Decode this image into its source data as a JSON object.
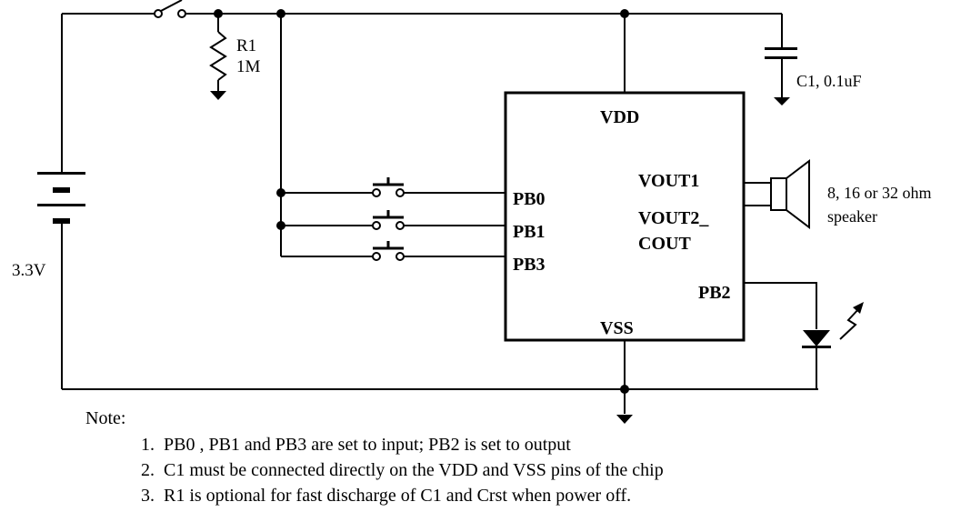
{
  "diagram": {
    "components": {
      "battery": {
        "label": "3.3V"
      },
      "resistor": {
        "name": "R1",
        "value": "1M"
      },
      "capacitor": {
        "label": "C1, 0.1uF"
      },
      "speaker": {
        "line1": "8, 16 or 32 ohm",
        "line2": "speaker"
      }
    },
    "chip": {
      "pins": {
        "vdd": "VDD",
        "vss": "VSS",
        "pb0": "PB0",
        "pb1": "PB1",
        "pb3": "PB3",
        "pb2": "PB2",
        "vout1": "VOUT1",
        "vout2_line1": "VOUT2_",
        "vout2_line2": "COUT"
      }
    }
  },
  "notes": {
    "heading": "Note:",
    "items": [
      {
        "num": "1.",
        "text": "PB0 , PB1 and PB3 are set to input; PB2 is set to output"
      },
      {
        "num": "2.",
        "text": "C1 must be connected directly on the VDD and VSS pins of the chip"
      },
      {
        "num": "3.",
        "text": "R1 is optional for fast discharge of C1 and Crst when power off."
      }
    ]
  }
}
